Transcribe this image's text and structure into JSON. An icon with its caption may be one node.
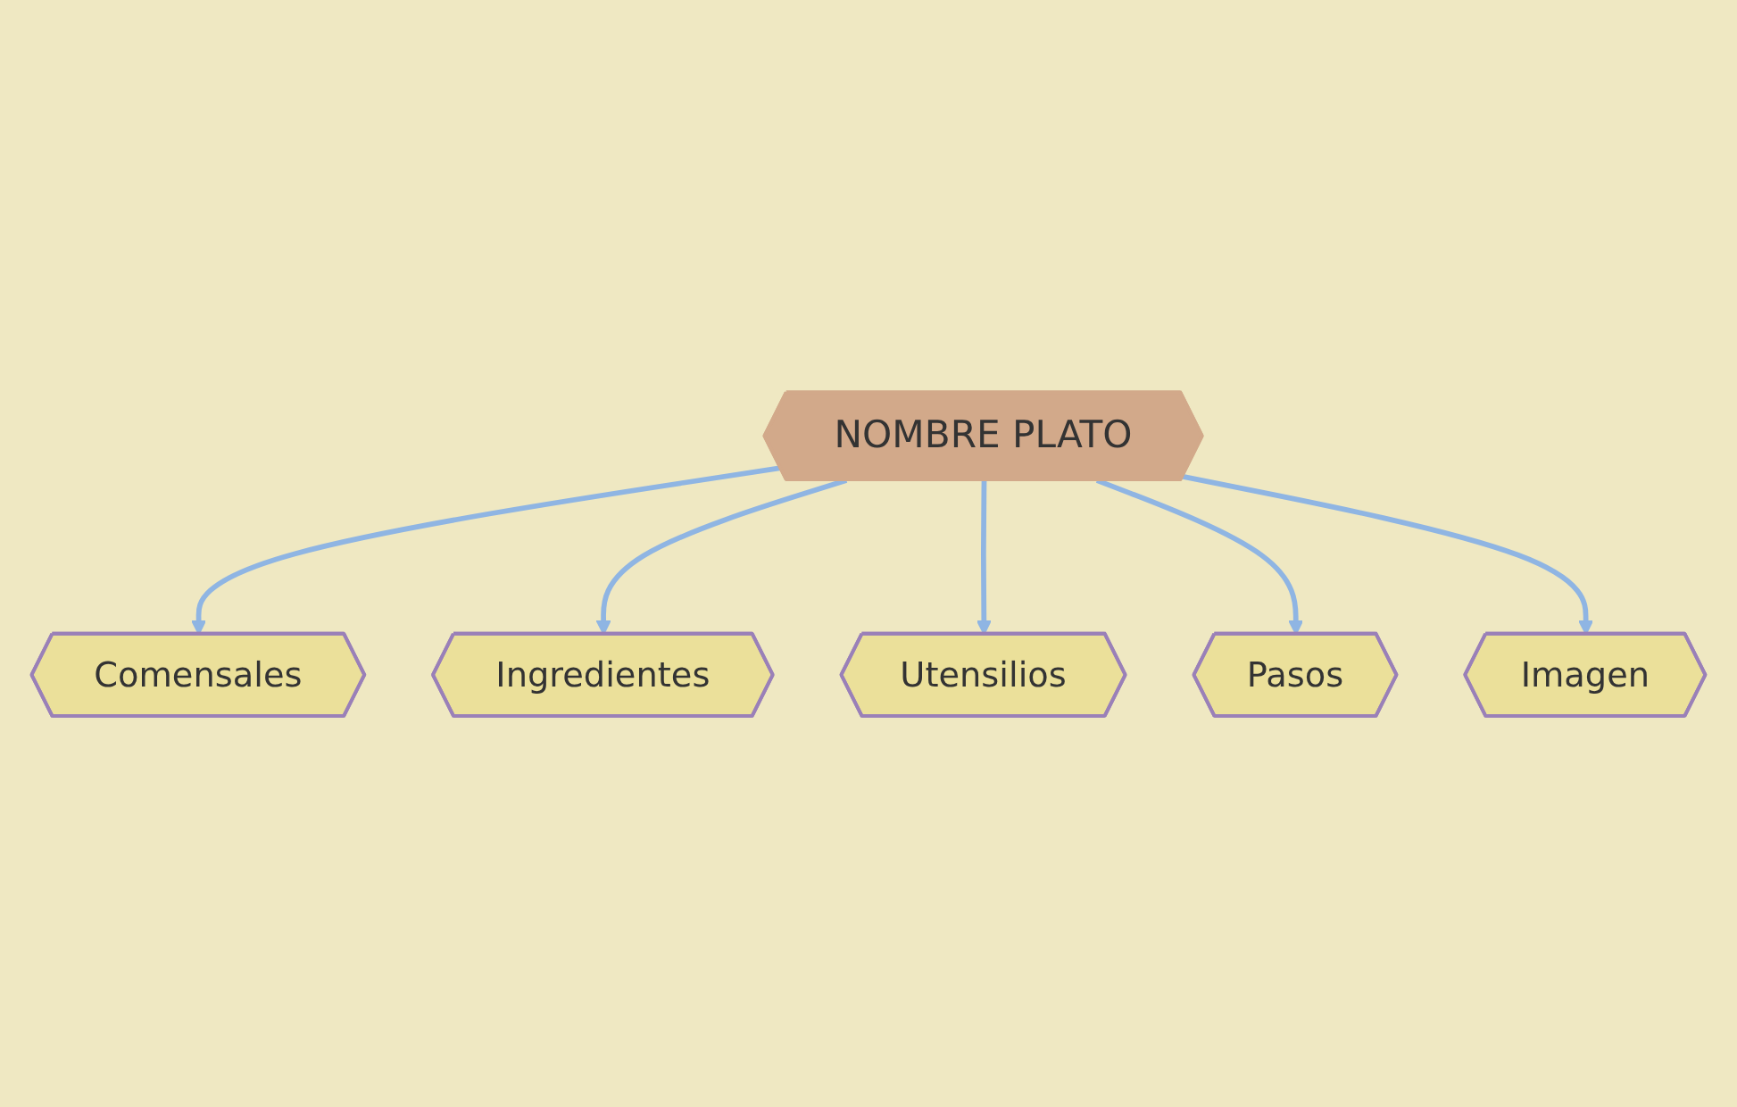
{
  "diagram": {
    "nodes": [
      {
        "text": [
          "Comensales"
        ]
      },
      {
        "text": [
          "Ingredientes"
        ]
      },
      {
        "text": [
          "Utensilios"
        ]
      },
      {
        "text": [
          "NOMBRE PLATO"
        ]
      },
      {
        "text": [
          "Pasos"
        ]
      },
      {
        "text": [
          "Imagen"
        ]
      }
    ],
    "edges": [
      {
        "from": 3,
        "to": 0,
        "arrow": "to"
      },
      {
        "from": 3,
        "to": 1,
        "arrow": "to"
      },
      {
        "from": 3,
        "to": 2,
        "arrow": "to"
      },
      {
        "from": 3,
        "to": 4,
        "arrow": "to"
      },
      {
        "from": 3,
        "to": 5,
        "arrow": "to"
      }
    ]
  }
}
